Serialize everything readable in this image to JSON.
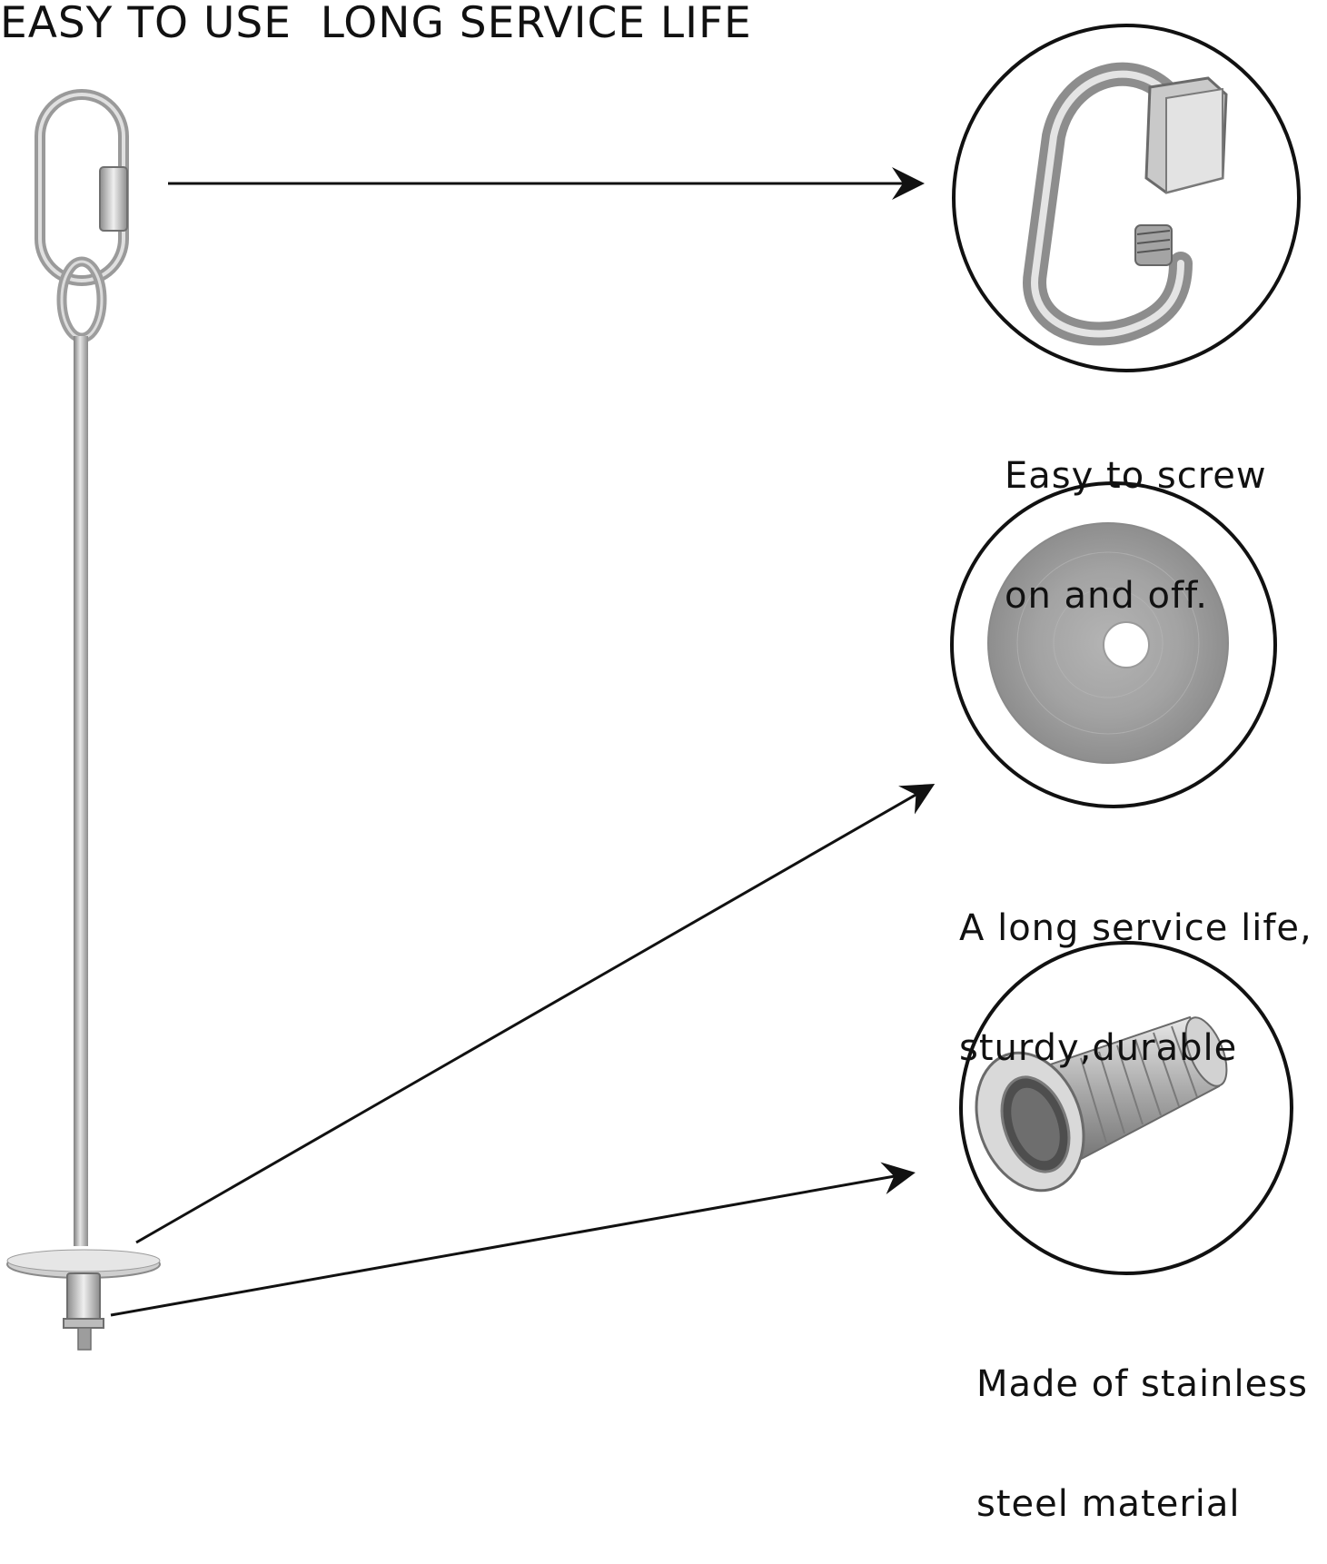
{
  "headline": "EASY TO USE  LONG SERVICE LIFE",
  "features": [
    {
      "icon": "quick-link-carabiner-icon",
      "caption_lines": [
        "Easy to screw",
        "on and off."
      ]
    },
    {
      "icon": "metal-washer-disc-icon",
      "caption_lines": [
        "A long service life,",
        "sturdy,durable"
      ]
    },
    {
      "icon": "rivet-nut-icon",
      "caption_lines": [
        "Made of stainless",
        "steel material"
      ]
    }
  ],
  "colors": {
    "text": "#111111",
    "background": "#ffffff",
    "steel": "#a9a9a9",
    "steel_dark": "#6f6f6f",
    "steel_light": "#e2e2e2"
  }
}
